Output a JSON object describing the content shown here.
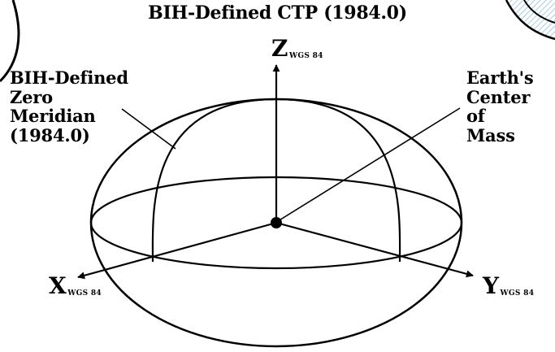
{
  "title": "BIH-Defined CTP (1984.0)",
  "left_label": {
    "lines": [
      "BIH-Defined",
      "Zero",
      "Meridian",
      "(1984.0)"
    ]
  },
  "right_label": {
    "lines": [
      "Earth's",
      "Center",
      "of",
      "Mass"
    ]
  },
  "axes": {
    "z": {
      "letter": "Z",
      "subscript": "WGS 84"
    },
    "x": {
      "letter": "X",
      "subscript": "WGS 84"
    },
    "y": {
      "letter": "Y",
      "subscript": "WGS 84"
    }
  },
  "colors": {
    "line": "#000000",
    "background": "#ffffff",
    "hatch": "#7fb8d8"
  }
}
